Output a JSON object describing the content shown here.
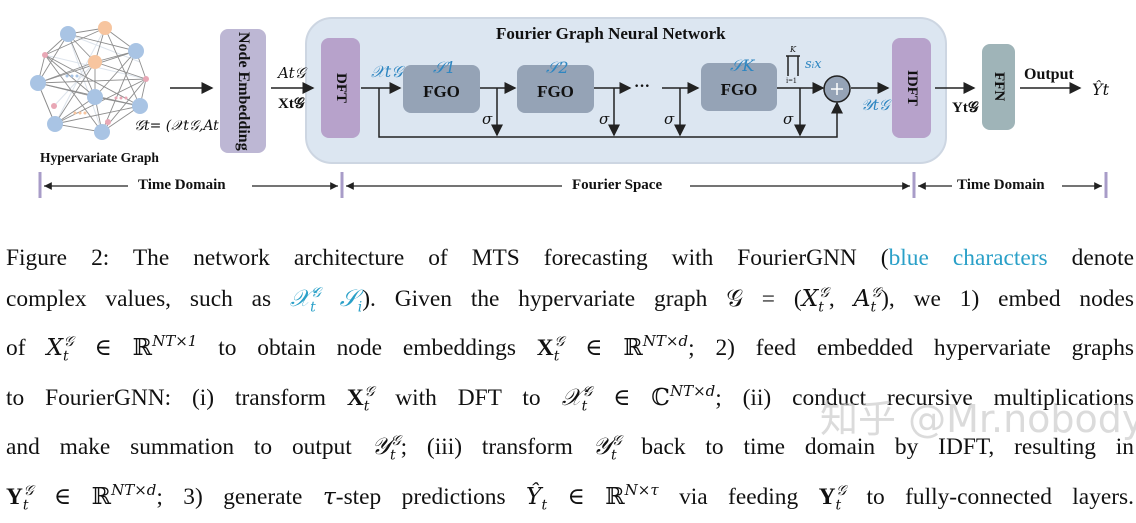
{
  "figure": {
    "graph": {
      "label": "Hypervariate Graph",
      "formula": "𝒢t= (𝒳t𝒢,At𝒢)",
      "node_color_blue": "#a9c4e4",
      "node_color_orange": "#f7c59f",
      "node_color_pink": "#e8a7b5",
      "edge_color": "#8e8e8e"
    },
    "node_embedding": {
      "label": "Node Embedding",
      "color": "#bdb7d4"
    },
    "embedding_outputs": {
      "top": "At𝒢",
      "bottom": "Xt𝒢"
    },
    "fgnn": {
      "title": "Fourier Graph Neural Network",
      "bg_color": "#dce6f1",
      "dft_label": "DFT",
      "idft_label": "IDFT",
      "dft_color": "#b7a2cb",
      "input_symbol": "𝒳t𝒢",
      "fgo_blocks": [
        {
          "label": "FGO",
          "weight": "𝒮1"
        },
        {
          "label": "FGO",
          "weight": "𝒮2"
        },
        {
          "label": "FGO",
          "weight": "𝒮K"
        }
      ],
      "fgo_color": "#95a3b6",
      "ellipsis": "···",
      "sigma": "σ",
      "product_formula": {
        "top": "K",
        "bottom": "i=1",
        "term": "sᵢx"
      },
      "sum_symbol": "+",
      "output_symbol": "𝒴t𝒢"
    },
    "after_idft": {
      "symbol": "Yt𝒢"
    },
    "ffn": {
      "label": "FFN",
      "color": "#9fb4b8"
    },
    "output": {
      "label": "Output",
      "symbol": "Ŷt"
    },
    "domains": [
      {
        "label": "Time Domain"
      },
      {
        "label": "Fourier Space"
      },
      {
        "label": "Time Domain"
      }
    ],
    "domain_tick_color": "#a89cc8"
  },
  "caption": {
    "lines": [
      [
        "Figure 2: The network architecture of MTS forecasting with FourierGNN (",
        "blue characters",
        " denote"
      ],
      [
        "complex values, such as ",
        "𝒳t𝒢 𝒮i",
        "). Given the hypervariate graph 𝒢 = (Xt𝒢, At𝒢), we 1) embed nodes"
      ],
      [
        "of Xt𝒢 ∈ ℝ^{NT×1} to obtain node embeddings 𝐗t𝒢 ∈ ℝ^{NT×d}; 2) feed embedded hypervariate graphs"
      ],
      [
        "to FourierGNN: (i) transform 𝐗t𝒢 with DFT to 𝒳t𝒢 ∈ ℂ^{NT×d}; (ii) conduct recursive multiplications"
      ],
      [
        "and make summation to output 𝒴t𝒢; (iii) transform 𝒴t𝒢 back to time domain by IDFT, resulting in"
      ],
      [
        "𝐘t𝒢 ∈ ℝ^{NT×d}; 3) generate τ-step predictions Ŷt ∈ ℝ^{N×τ} via feeding 𝐘t𝒢 to fully-connected layers."
      ]
    ],
    "l1a": "Figure 2: The network architecture of MTS forecasting with FourierGNN (",
    "l1b": "blue characters",
    "l1c": " denote",
    "l2a": "complex values, such as ",
    "l2b": "𝒳",
    "l2c": "𝒮",
    "l2d": "). Given the hypervariate graph 𝒢 = (",
    "l2e": ", we 1) embed nodes",
    "l3a": "of ",
    "l3b": " to obtain node embeddings ",
    "l3c": "; 2) feed embedded hypervariate graphs",
    "l4a": "to FourierGNN: (i) transform ",
    "l4b": " with DFT to ",
    "l4c": "; (ii) conduct recursive multiplications",
    "l5a": "and make summation to output ",
    "l5b": "; (iii) transform ",
    "l5c": " back to time domain by IDFT, resulting in",
    "l6a": "; 3) generate ",
    "l6b": "-step predictions ",
    "l6c": " via feeding ",
    "l6d": " to fully-connected layers."
  },
  "watermark": "知乎 @Mr.nobody"
}
